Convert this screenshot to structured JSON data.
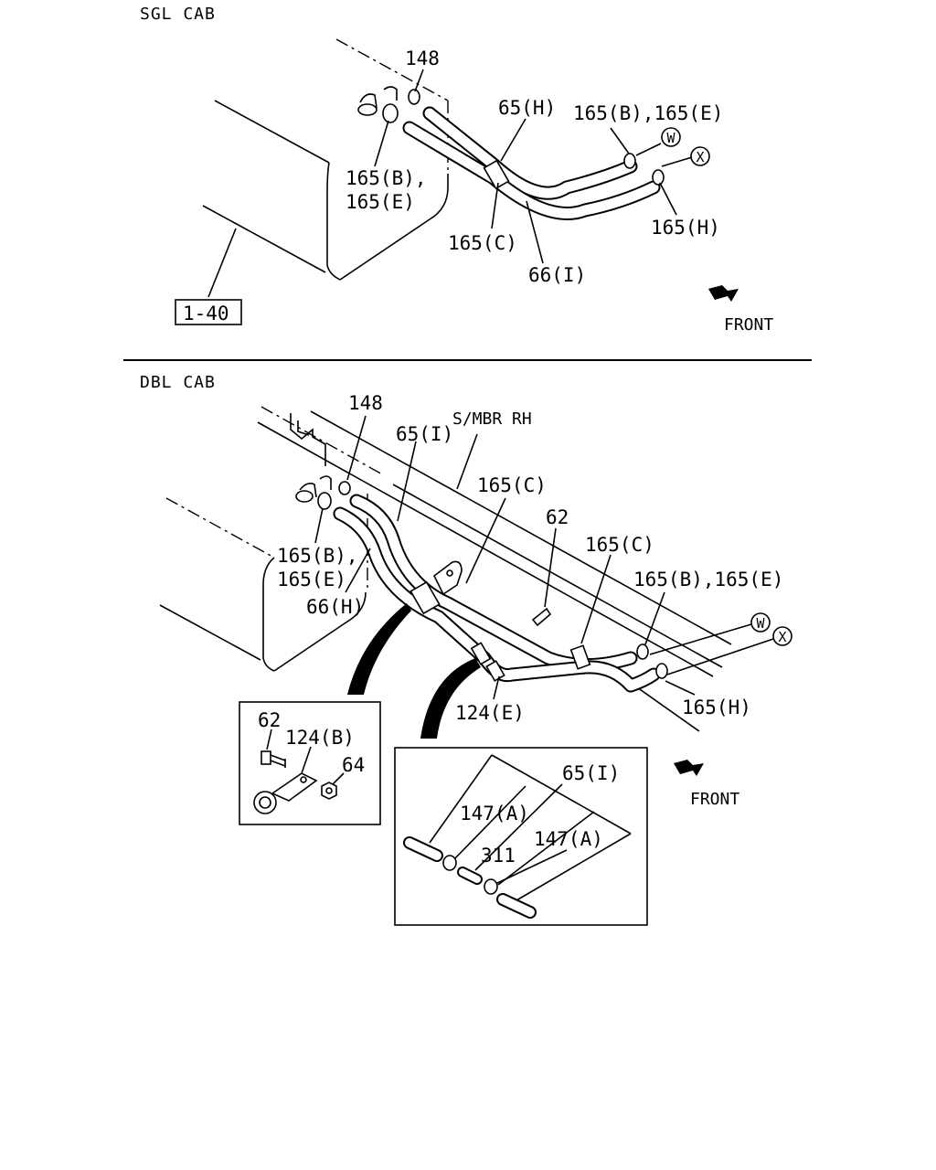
{
  "sections": {
    "single_cab": "SGL CAB",
    "double_cab": "DBL CAB",
    "front": "FRONT",
    "ref_box": "1-40"
  },
  "sgl_labels": {
    "l148": "148",
    "l65h": "65(H)",
    "l165be_top": "165(B),165(E)",
    "l165b": "165(B),",
    "l165e": "165(E)",
    "l165c": "165(C)",
    "l66i": "66(I)",
    "l165h": "165(H)",
    "w": "W",
    "x": "X"
  },
  "dbl_labels": {
    "l148": "148",
    "l65i": "65(I)",
    "smbr": "S/MBR RH",
    "l165c_a": "165(C)",
    "l62": "62",
    "l165c_b": "165(C)",
    "l165be": "165(B),165(E)",
    "l165b": "165(B),",
    "l165e": "165(E)",
    "l66h": "66(H)",
    "l124e": "124(E)",
    "l165h": "165(H)",
    "w": "W",
    "x": "X"
  },
  "inset_left": {
    "l62": "62",
    "l124b": "124(B)",
    "l64": "64"
  },
  "inset_right": {
    "l65i": "65(I)",
    "l147a_1": "147(A)",
    "l311": "311",
    "l147a_2": "147(A)"
  }
}
